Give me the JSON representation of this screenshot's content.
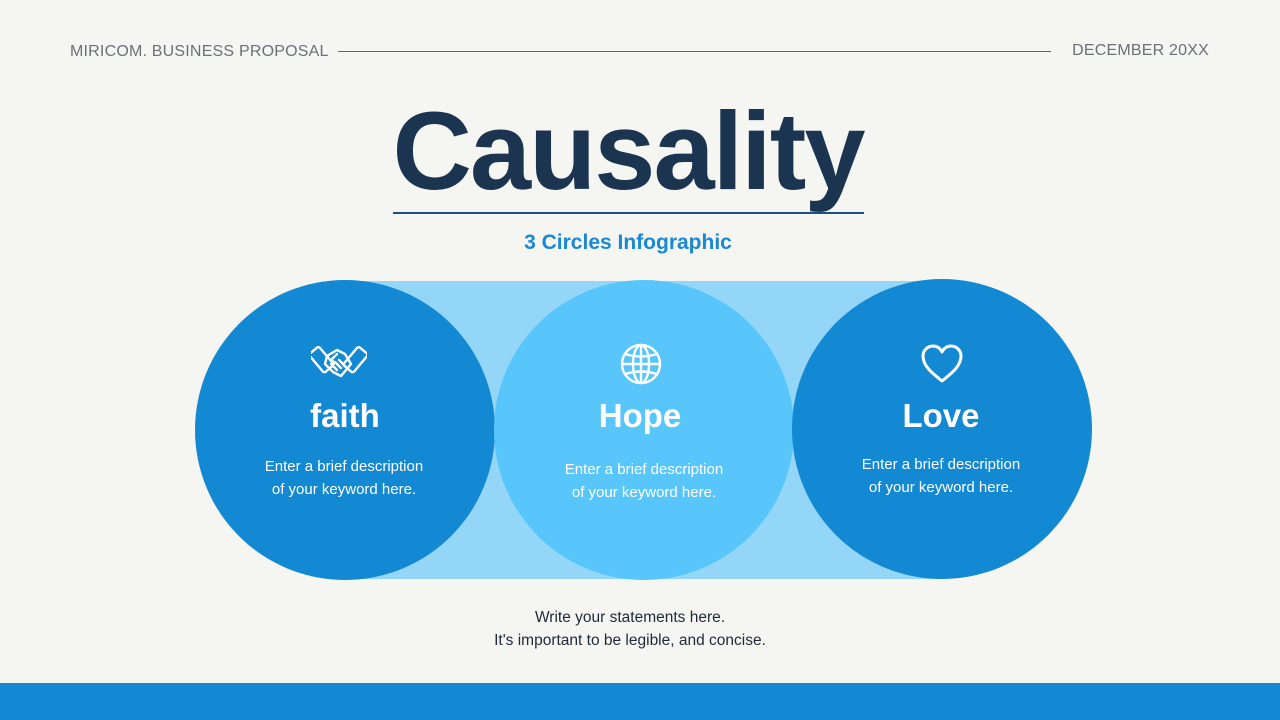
{
  "header": {
    "left_text": "MIRICOM. BUSINESS PROPOSAL",
    "right_text": "DECEMBER 20XX"
  },
  "title": "Causality",
  "subtitle": "3 Circles Infographic",
  "circles": [
    {
      "label": "faith",
      "icon": "handshake-icon",
      "desc_line1": "Enter a brief description",
      "desc_line2": "of your keyword here.",
      "color": "#1388d3"
    },
    {
      "label": "Hope",
      "icon": "globe-icon",
      "desc_line1": "Enter a brief description",
      "desc_line2": "of your keyword here.",
      "color": "#58c6fb"
    },
    {
      "label": "Love",
      "icon": "heart-icon",
      "desc_line1": "Enter a brief description",
      "desc_line2": "of your keyword here.",
      "color": "#1388d3"
    }
  ],
  "statement": {
    "line1": "Write your statements here.",
    "line2": "It's important to be legible, and concise."
  },
  "colors": {
    "background": "#f5f5f2",
    "title": "#1b3551",
    "accent": "#1a88d4",
    "band": "#93d6f8",
    "footer": "#1388d3"
  }
}
